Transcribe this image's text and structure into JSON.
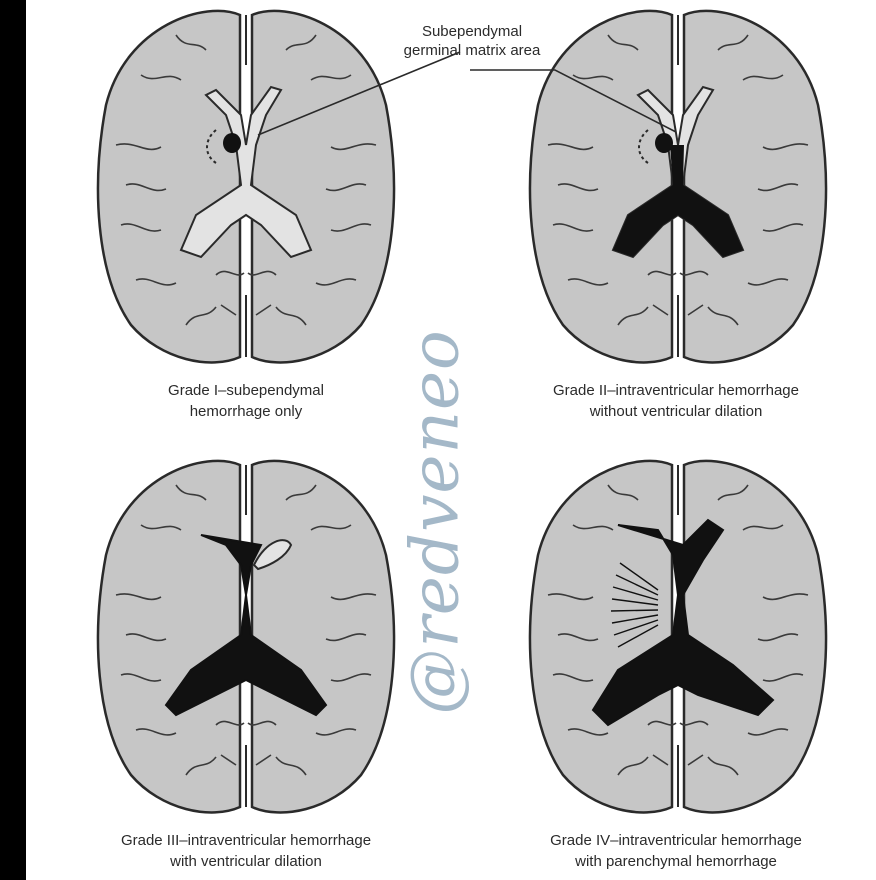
{
  "callout": {
    "line1": "Subependymal",
    "line2": "germinal matrix area"
  },
  "panels": [
    {
      "grade_line1": "Grade I–subependymal",
      "grade_line2": "hemorrhage only"
    },
    {
      "grade_line1": "Grade II–intraventricular hemorrhage",
      "grade_line2": "without ventricular dilation"
    },
    {
      "grade_line1": "Grade III–intraventricular hemorrhage",
      "grade_line2": "with ventricular dilation"
    },
    {
      "grade_line1": "Grade IV–intraventricular hemorrhage",
      "grade_line2": "with parenchymal hemorrhage"
    }
  ],
  "watermark": "@redveneo",
  "colors": {
    "brain_fill": "#c4c4c4",
    "outline": "#2a2a2a",
    "blood": "#111111",
    "watermark": "#9bb1c3",
    "left_bar": "#000000"
  }
}
